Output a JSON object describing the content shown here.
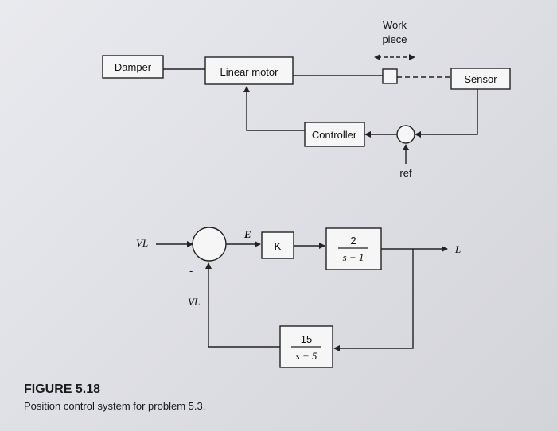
{
  "top_diagram": {
    "damper": "Damper",
    "linear_motor": "Linear motor",
    "work_piece_line1": "Work",
    "work_piece_line2": "piece",
    "sensor": "Sensor",
    "controller": "Controller",
    "ref": "ref"
  },
  "bottom_diagram": {
    "input": "VL",
    "error": "E",
    "gain": "K",
    "plant_num": "2",
    "plant_den": "s + 1",
    "output": "L",
    "minus_sign": "-",
    "feedback_label": "VL",
    "feedback_num": "15",
    "feedback_den": "s + 5"
  },
  "caption": {
    "title": "FIGURE 5.18",
    "description": "Position control system for problem 5.3."
  }
}
